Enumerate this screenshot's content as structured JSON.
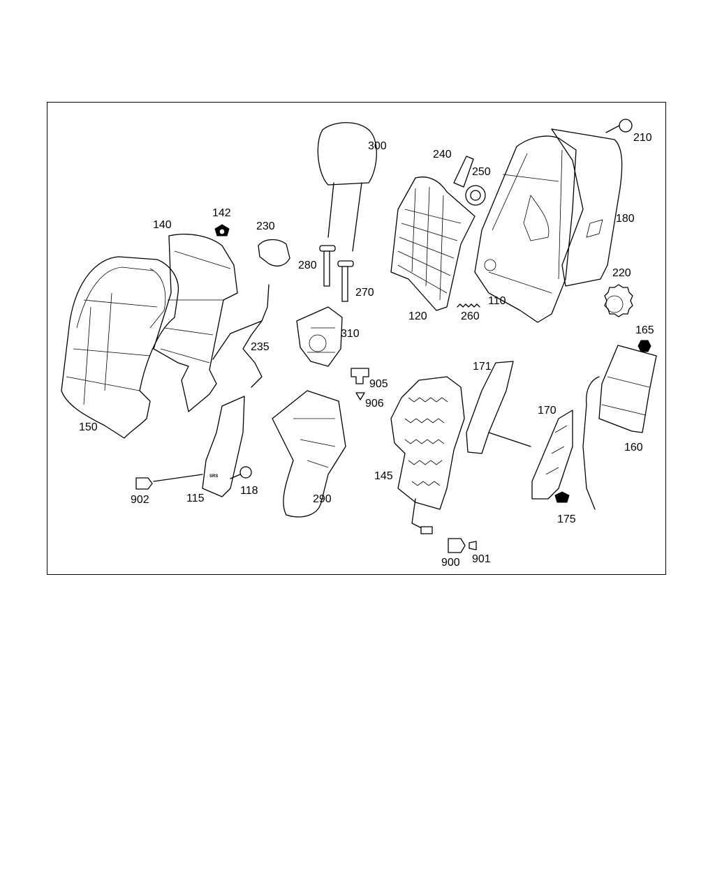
{
  "diagram": {
    "parts": [
      {
        "id": "150",
        "label": "150"
      },
      {
        "id": "140",
        "label": "140"
      },
      {
        "id": "142",
        "label": "142"
      },
      {
        "id": "230",
        "label": "230"
      },
      {
        "id": "235",
        "label": "235"
      },
      {
        "id": "300",
        "label": "300"
      },
      {
        "id": "280",
        "label": "280"
      },
      {
        "id": "270",
        "label": "270"
      },
      {
        "id": "310",
        "label": "310"
      },
      {
        "id": "905",
        "label": "905"
      },
      {
        "id": "906",
        "label": "906"
      },
      {
        "id": "240",
        "label": "240"
      },
      {
        "id": "250",
        "label": "250"
      },
      {
        "id": "120",
        "label": "120"
      },
      {
        "id": "260",
        "label": "260"
      },
      {
        "id": "110",
        "label": "110"
      },
      {
        "id": "210",
        "label": "210"
      },
      {
        "id": "180",
        "label": "180"
      },
      {
        "id": "220",
        "label": "220"
      },
      {
        "id": "165",
        "label": "165"
      },
      {
        "id": "160",
        "label": "160"
      },
      {
        "id": "171",
        "label": "171"
      },
      {
        "id": "170",
        "label": "170"
      },
      {
        "id": "175",
        "label": "175"
      },
      {
        "id": "145",
        "label": "145"
      },
      {
        "id": "900",
        "label": "900"
      },
      {
        "id": "901",
        "label": "901"
      },
      {
        "id": "290",
        "label": "290"
      },
      {
        "id": "115",
        "label": "115"
      },
      {
        "id": "118",
        "label": "118"
      },
      {
        "id": "902",
        "label": "902"
      }
    ],
    "airbag_marking": "SRS"
  }
}
